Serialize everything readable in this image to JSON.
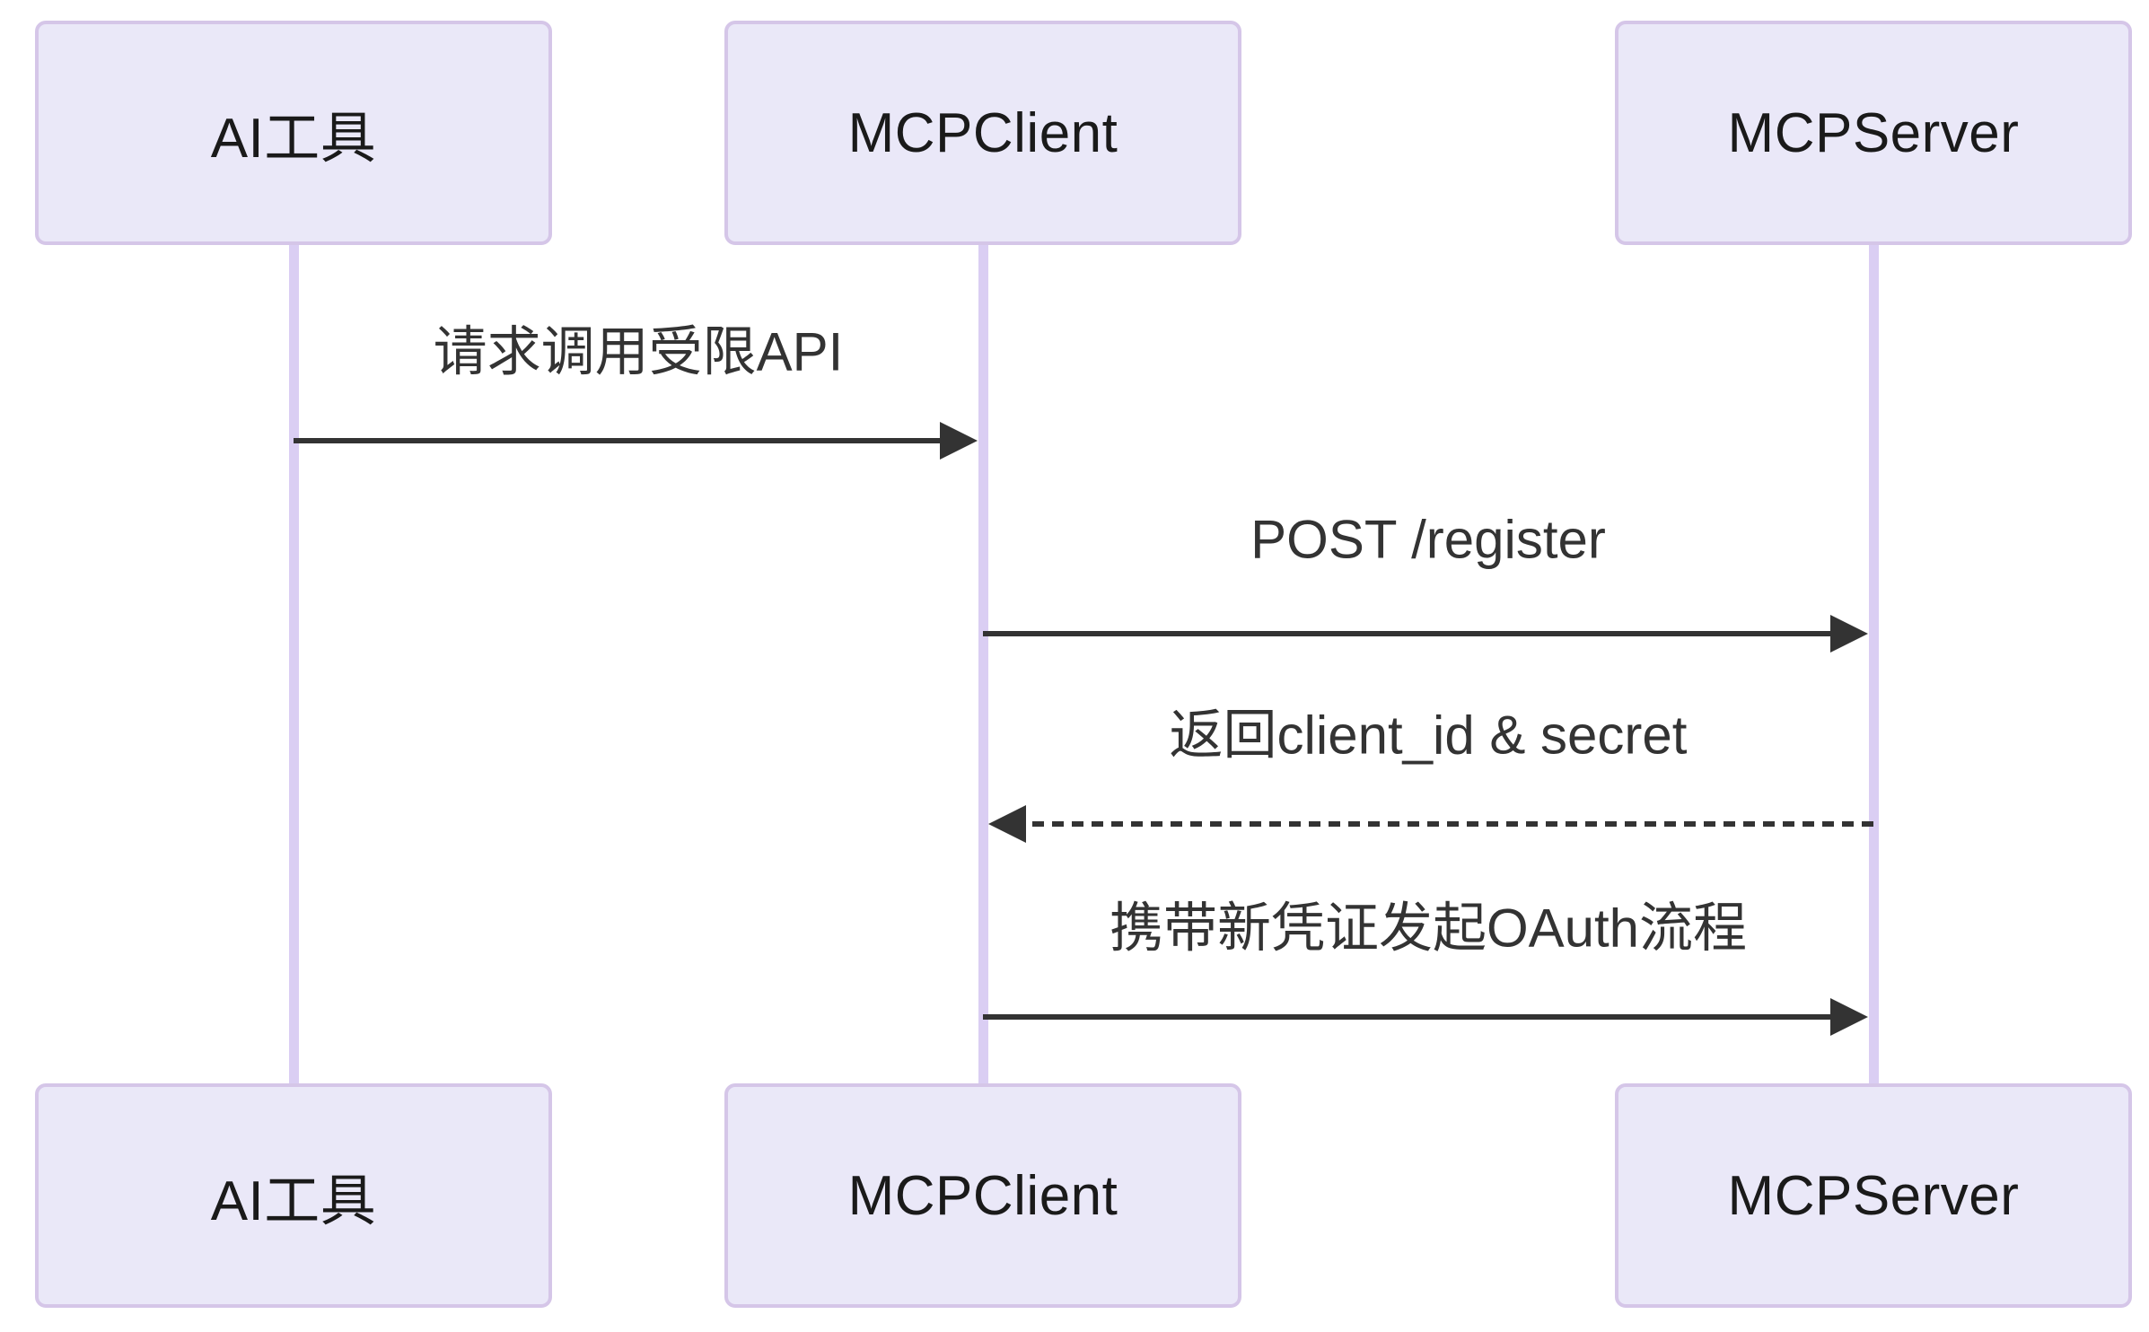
{
  "diagram": {
    "type": "sequence-diagram",
    "participants": [
      {
        "name": "AI工具"
      },
      {
        "name": "MCPClient"
      },
      {
        "name": "MCPServer"
      }
    ],
    "messages": [
      {
        "from": "AI工具",
        "to": "MCPClient",
        "text": "请求调用受限API",
        "line": "solid",
        "direction": "right"
      },
      {
        "from": "MCPClient",
        "to": "MCPServer",
        "text": "POST /register",
        "line": "solid",
        "direction": "right"
      },
      {
        "from": "MCPServer",
        "to": "MCPClient",
        "text": "返回client_id & secret",
        "line": "dashed",
        "direction": "left"
      },
      {
        "from": "MCPClient",
        "to": "MCPServer",
        "text": "携带新凭证发起OAuth流程",
        "line": "solid",
        "direction": "right"
      }
    ],
    "colors": {
      "background": "#ffffff",
      "actor_fill": "#eae8f8",
      "actor_border": "#d5c6e8",
      "actor_text": "#1a1a1a",
      "lifeline": "#dacef3",
      "arrow": "#333333",
      "message_text": "#333333"
    }
  }
}
